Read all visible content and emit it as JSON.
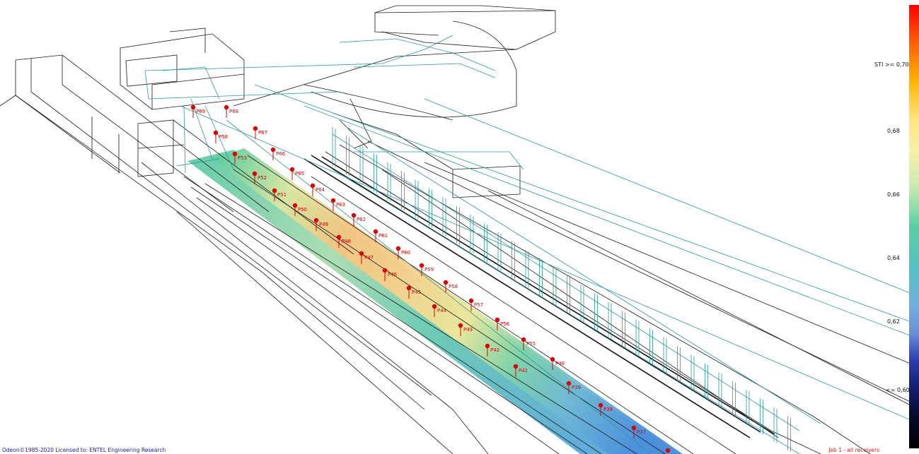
{
  "footer": {
    "copyright": "Odeon©1985-2020  Licensed to: ENTEL Engineering Research",
    "job": "Job 1 - all receivers"
  },
  "legend": {
    "title": "STI  >= 0,70",
    "ticks": [
      "0,68",
      "0,66",
      "0,64",
      "0,62",
      "<= 0,60"
    ]
  },
  "colors": {
    "receiver": "#e00000",
    "wire_black": "#1a1a1a",
    "wire_teal": "#2a9a98"
  },
  "receivers": [
    {
      "label": "P69"
    },
    {
      "label": "P68"
    },
    {
      "label": "P58"
    },
    {
      "label": "P67"
    },
    {
      "label": "P53"
    },
    {
      "label": "P66"
    },
    {
      "label": "P52"
    },
    {
      "label": "P65"
    },
    {
      "label": "P51"
    },
    {
      "label": "P64"
    },
    {
      "label": "P50"
    },
    {
      "label": "P63"
    },
    {
      "label": "P49"
    },
    {
      "label": "P62"
    },
    {
      "label": "P48"
    },
    {
      "label": "P61"
    },
    {
      "label": "P47"
    },
    {
      "label": "P60"
    },
    {
      "label": "P46"
    },
    {
      "label": "P59"
    },
    {
      "label": "P45"
    },
    {
      "label": "P58"
    },
    {
      "label": "P44"
    },
    {
      "label": "P57"
    },
    {
      "label": "P43"
    },
    {
      "label": "P56"
    },
    {
      "label": "P42"
    },
    {
      "label": "P55"
    },
    {
      "label": "P41"
    },
    {
      "label": "P40"
    },
    {
      "label": "P39"
    },
    {
      "label": "P38"
    },
    {
      "label": "P37"
    }
  ]
}
